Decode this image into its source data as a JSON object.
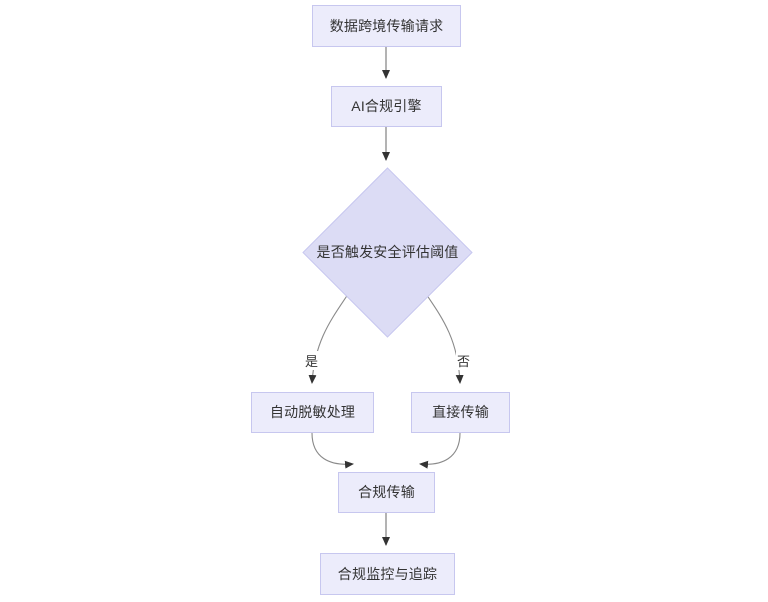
{
  "diagram": {
    "type": "flowchart",
    "direction": "top-to-bottom",
    "background_color": "#ffffff",
    "node_fill_color": "#ececfb",
    "node_border_color": "#c7c7ef",
    "edge_color": "#8a8a8a",
    "arrowhead_color": "#333333",
    "text_color": "#333333",
    "nodes": [
      {
        "id": "request",
        "label": "数据跨境传输请求",
        "shape": "rect"
      },
      {
        "id": "engine",
        "label": "AI合规引擎",
        "shape": "rect"
      },
      {
        "id": "decision",
        "label": "是否触发安全评估阈值",
        "shape": "diamond"
      },
      {
        "id": "mask",
        "label": "自动脱敏处理",
        "shape": "rect"
      },
      {
        "id": "direct",
        "label": "直接传输",
        "shape": "rect"
      },
      {
        "id": "compliant",
        "label": "合规传输",
        "shape": "rect"
      },
      {
        "id": "monitor",
        "label": "合规监控与追踪",
        "shape": "rect"
      }
    ],
    "edges": [
      {
        "from": "request",
        "to": "engine",
        "label": ""
      },
      {
        "from": "engine",
        "to": "decision",
        "label": ""
      },
      {
        "from": "decision",
        "to": "mask",
        "label": "是"
      },
      {
        "from": "decision",
        "to": "direct",
        "label": "否"
      },
      {
        "from": "mask",
        "to": "compliant",
        "label": ""
      },
      {
        "from": "direct",
        "to": "compliant",
        "label": ""
      },
      {
        "from": "compliant",
        "to": "monitor",
        "label": ""
      }
    ],
    "edge_labels": {
      "yes": "是",
      "no": "否"
    }
  }
}
